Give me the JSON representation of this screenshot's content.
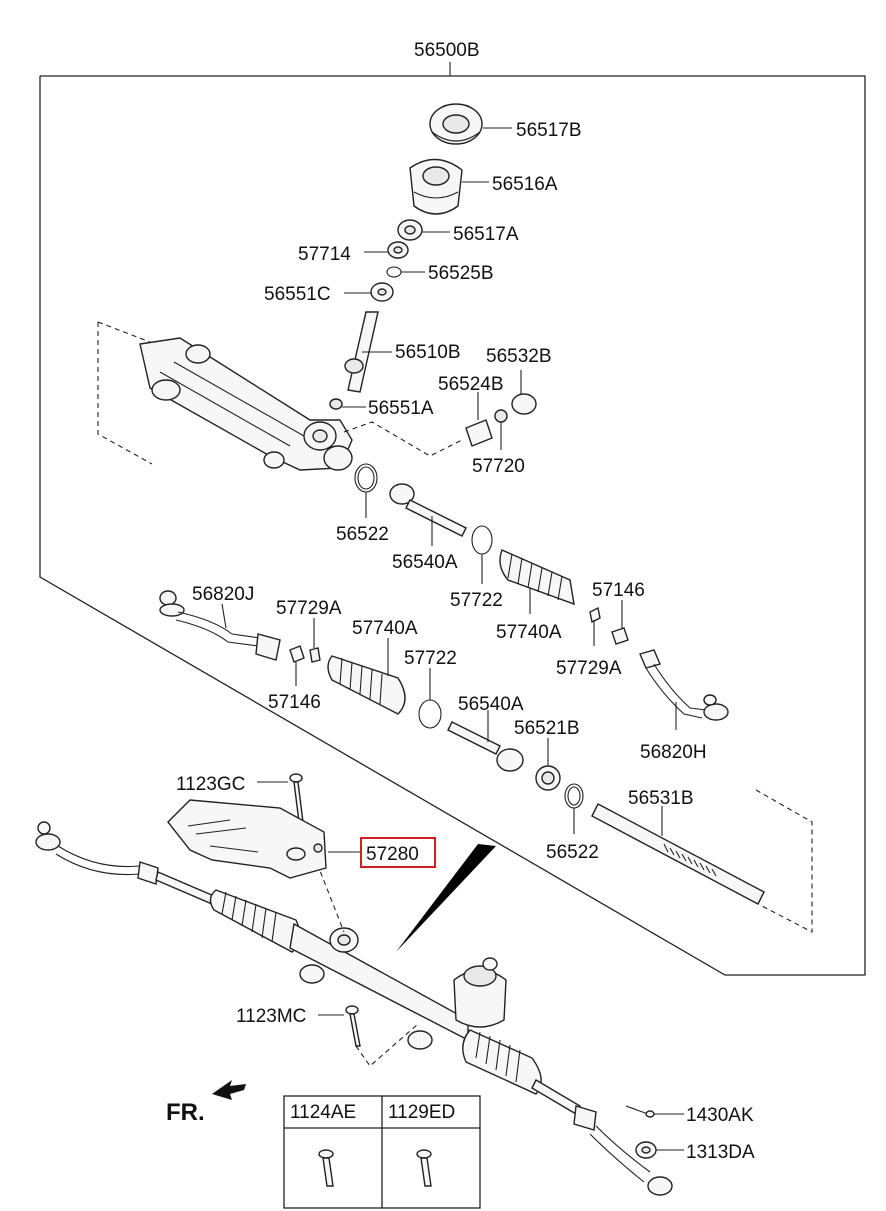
{
  "diagram": {
    "assembly_label": "56500B",
    "highlighted_part": "57280",
    "direction_label": "FR.",
    "part_labels": {
      "p56517B": "56517B",
      "p56516A": "56516A",
      "p56517A": "56517A",
      "p57714": "57714",
      "p56525B": "56525B",
      "p56551C": "56551C",
      "p56510B": "56510B",
      "p56532B": "56532B",
      "p56524B": "56524B",
      "p56551A": "56551A",
      "p57720": "57720",
      "p56522a": "56522",
      "p56540Aa": "56540A",
      "p57722a": "57722",
      "p56820J": "56820J",
      "p57729Aa": "57729A",
      "p57740Aa": "57740A",
      "p57146a": "57146",
      "p57740Ab": "57740A",
      "p57146b": "57146",
      "p57729Ab": "57729A",
      "p57722b": "57722",
      "p56540Ab": "56540A",
      "p56521B": "56521B",
      "p56820H": "56820H",
      "p56531B": "56531B",
      "p56522b": "56522",
      "p1123GC": "1123GC",
      "p57280": "57280",
      "p1123MC": "1123MC",
      "p1430AK": "1430AK",
      "p1313DA": "1313DA"
    },
    "table": {
      "headers": [
        "1124AE",
        "1129ED"
      ]
    }
  }
}
